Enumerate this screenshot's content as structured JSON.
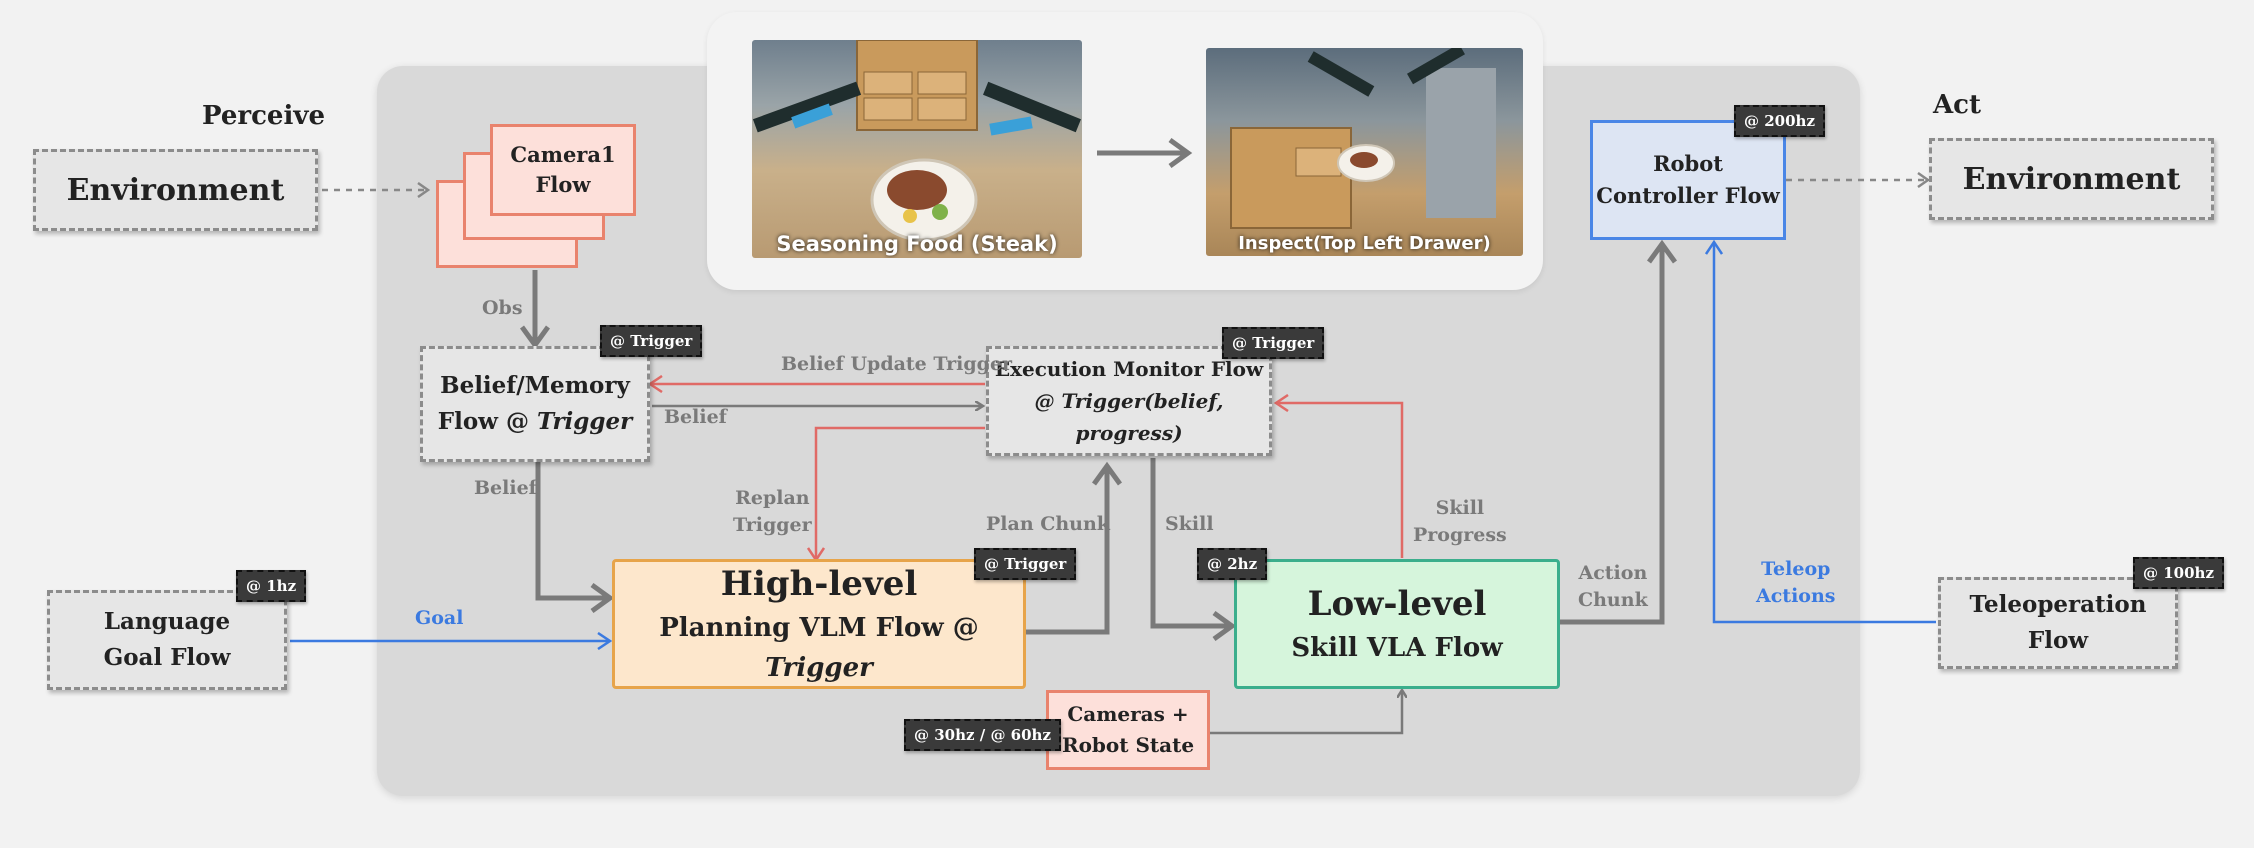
{
  "headings": {
    "perceive": "Perceive",
    "act": "Act"
  },
  "environment_left": "Environment",
  "environment_right": "Environment",
  "camera_flow": {
    "line1": "Camera1",
    "line2": "Flow"
  },
  "belief_memory": {
    "line1": "Belief/Memory",
    "line2_prefix": "Flow @ ",
    "line2_italic": "Trigger",
    "tag": "@ Trigger"
  },
  "execution_monitor": {
    "line1": "Execution Monitor Flow",
    "line2": "@ Trigger(belief, progress)",
    "tag": "@ Trigger"
  },
  "language_goal": {
    "line1": "Language",
    "line2": "Goal Flow",
    "tag": "@ 1hz"
  },
  "high_level": {
    "line1": "High-level",
    "line2_prefix": "Planning VLM Flow @ ",
    "line2_italic": "Trigger",
    "tag": "@ Trigger"
  },
  "low_level": {
    "line1": "Low-level",
    "line2": "Skill VLA Flow",
    "tag": "@ 2hz"
  },
  "cameras_state": {
    "line1": "Cameras +",
    "line2": "Robot State",
    "tag": "@ 30hz / @ 60hz"
  },
  "robot_controller": {
    "line1": "Robot",
    "line2": "Controller Flow",
    "tag": "@ 200hz"
  },
  "teleoperation": {
    "line1": "Teleoperation",
    "line2": "Flow",
    "tag": "@ 100hz"
  },
  "edge_labels": {
    "obs": "Obs",
    "belief_update_trigger": "Belief Update Trigger",
    "belief_right": "Belief",
    "belief_down": "Belief",
    "replan": "Replan",
    "replan_trigger": "Trigger",
    "plan_chunk": "Plan Chunk",
    "skill": "Skill",
    "skill_progress_1": "Skill",
    "skill_progress_2": "Progress",
    "action_chunk_1": "Action",
    "action_chunk_2": "Chunk",
    "goal": "Goal",
    "teleop_1": "Teleop",
    "teleop_2": "Actions"
  },
  "photos": {
    "left_caption": "Seasoning Food (Steak)",
    "right_caption": "Inspect(Top Left Drawer)"
  },
  "colors": {
    "gray_arrow": "#7a7a7a",
    "red_arrow": "#e06a66",
    "blue_arrow": "#3b7ae0",
    "high_level_fill": "#fde7cc",
    "high_level_border": "#e7a44a",
    "low_level_fill": "#d6f5dc",
    "low_level_border": "#3bae8c",
    "controller_fill": "#dde5f3",
    "controller_border": "#4a86e6"
  }
}
